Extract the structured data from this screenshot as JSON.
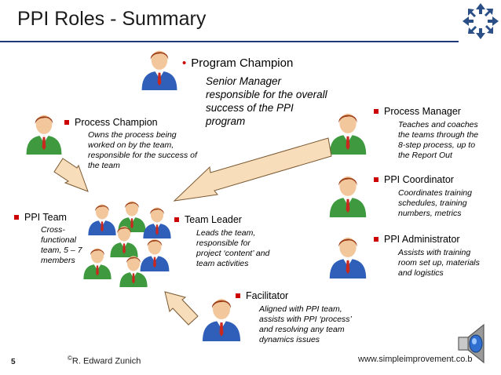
{
  "slide": {
    "title": "PPI Roles - Summary",
    "page_number": "5",
    "copyright_symbol": "©",
    "author": "R. Edward Zunich",
    "website": "www.simpleimprovement.co.b",
    "logo_icon": "diamond-arrows-logo",
    "speaker_icon": "speaker-icon",
    "accent_color": "#1f3a7a"
  },
  "roles": {
    "program_champion": {
      "label": "Program Champion",
      "description": [
        "Senior Manager",
        "responsible for the overall",
        "success of the PPI",
        "program"
      ],
      "shirt_color": "#2f5fb8"
    },
    "process_champion": {
      "label": "Process Champion",
      "description": [
        "Owns the process being",
        "worked on by the team,",
        "responsible for the success of",
        "the team"
      ],
      "shirt_color": "#3f9a3f"
    },
    "process_manager": {
      "label": "Process Manager",
      "description": [
        "Teaches and coaches",
        "the teams through the",
        "8-step process, up to",
        "the Report Out"
      ],
      "shirt_color": "#3f9a3f"
    },
    "ppi_coordinator": {
      "label": "PPI Coordinator",
      "description": [
        "Coordinates training",
        "schedules, training",
        "numbers, metrics"
      ],
      "shirt_color": "#3f9a3f"
    },
    "ppi_team": {
      "label": "PPI Team",
      "description": [
        "Cross-",
        "functional",
        "team, 5 – 7",
        "members"
      ]
    },
    "team_leader": {
      "label": "Team Leader",
      "description": [
        "Leads the team,",
        "responsible for",
        "project ‘content’ and",
        "team activities"
      ]
    },
    "ppi_administrator": {
      "label": "PPI Administrator",
      "description": [
        "Assists with training",
        "room set up, materials",
        "and logistics"
      ],
      "shirt_color": "#2f5fb8"
    },
    "facilitator": {
      "label": "Facilitator",
      "description": [
        "Aligned with PPI team,",
        "assists with PPI ‘process’",
        "and resolving any team",
        "dynamics issues"
      ],
      "shirt_color": "#2f5fb8"
    }
  }
}
